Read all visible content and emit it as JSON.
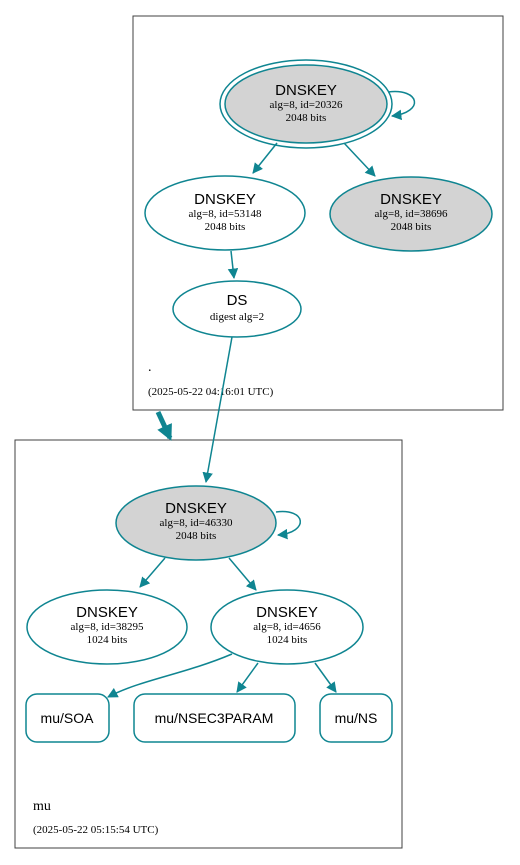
{
  "zones": {
    "root": {
      "name": ".",
      "timestamp": "(2025-05-22 04:16:01 UTC)"
    },
    "mu": {
      "name": "mu",
      "timestamp": "(2025-05-22 05:15:54 UTC)"
    }
  },
  "nodes": {
    "root_ksk": {
      "type": "DNSKEY",
      "line1": "alg=8, id=20326",
      "line2": "2048 bits"
    },
    "root_zsk1": {
      "type": "DNSKEY",
      "line1": "alg=8, id=53148",
      "line2": "2048 bits"
    },
    "root_zsk2": {
      "type": "DNSKEY",
      "line1": "alg=8, id=38696",
      "line2": "2048 bits"
    },
    "ds": {
      "type": "DS",
      "line1": "digest alg=2"
    },
    "mu_ksk": {
      "type": "DNSKEY",
      "line1": "alg=8, id=46330",
      "line2": "2048 bits"
    },
    "mu_zsk1": {
      "type": "DNSKEY",
      "line1": "alg=8, id=38295",
      "line2": "1024 bits"
    },
    "mu_zsk2": {
      "type": "DNSKEY",
      "line1": "alg=8, id=4656",
      "line2": "1024 bits"
    }
  },
  "rrsets": {
    "soa": "mu/SOA",
    "nsec3param": "mu/NSEC3PARAM",
    "ns": "mu/NS"
  },
  "colors": {
    "edge": "#0f8591",
    "signing_fill": "#d3d3d3",
    "node_fill": "#ffffff",
    "zone_border": "#404040"
  }
}
